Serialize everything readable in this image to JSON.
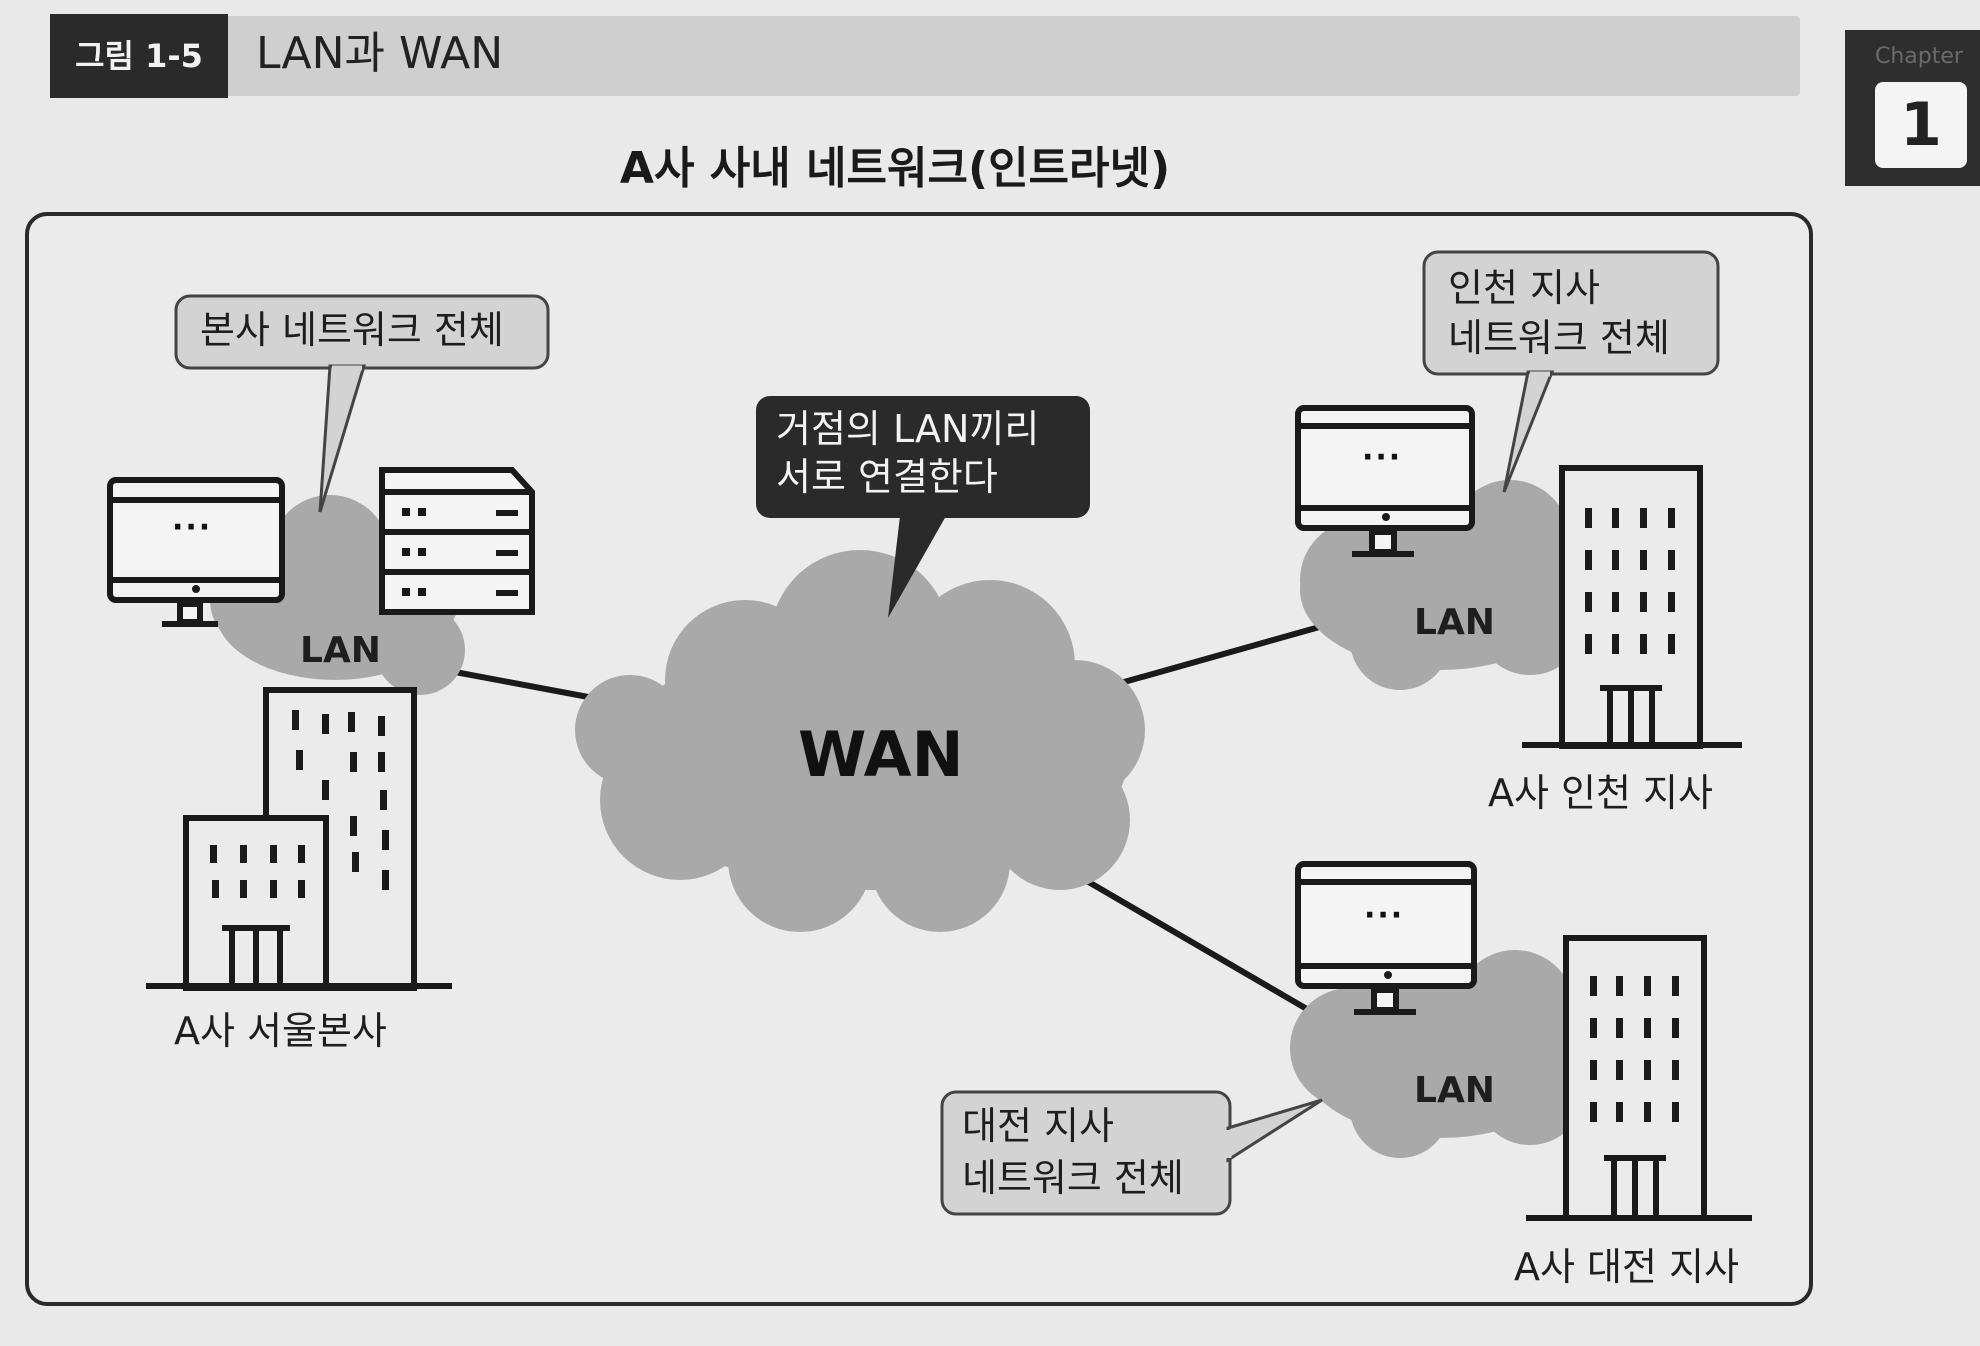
{
  "figure": {
    "tag": "그림 1-5",
    "title": "LAN과 WAN"
  },
  "chapter": {
    "label": "Chapter",
    "number": "1"
  },
  "diagram_title": "A사 사내 네트워크(인트라넷)",
  "wan": {
    "label": "WAN",
    "callout_line1": "거점의 LAN끼리",
    "callout_line2": "서로 연결한다"
  },
  "sites": {
    "seoul": {
      "name": "A사 서울본사",
      "lan_label": "LAN",
      "callout": "본사 네트워크 전체",
      "monitor_text": "···"
    },
    "incheon": {
      "name": "A사 인천 지사",
      "lan_label": "LAN",
      "callout_line1": "인천 지사",
      "callout_line2": "네트워크 전체",
      "monitor_text": "···"
    },
    "daejeon": {
      "name": "A사 대전 지사",
      "lan_label": "LAN",
      "callout_line1": "대전 지사",
      "callout_line2": "네트워크 전체",
      "monitor_text": "···"
    }
  },
  "colors": {
    "cloud": "#a9a9a9",
    "dark_callout": "#2a2a2a",
    "light_callout": "#d3d3d3",
    "line": "#1a1a1a"
  }
}
